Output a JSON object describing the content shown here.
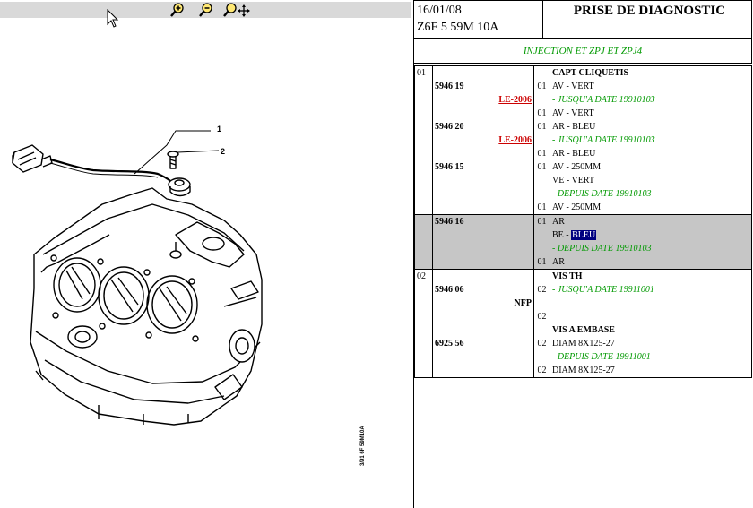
{
  "header": {
    "date": "16/01/08",
    "model": "Z6F 5 59M 10A",
    "title": "PRISE DE DIAGNOSTIC"
  },
  "subtitle": "INJECTION ET ZPJ ET ZPJ4",
  "toolbar": {
    "tools": [
      "zoom-in-icon",
      "zoom-out-icon",
      "pan-zoom-icon"
    ]
  },
  "diagram": {
    "callouts": [
      "1",
      "2"
    ],
    "code": "3/91 6F 59M10A"
  },
  "groups": [
    {
      "num": "01",
      "label": "CAPT CLIQUETIS",
      "parts": [
        {
          "ref": "5946 19",
          "lines": [
            {
              "qty": "01",
              "text": "AV - VERT",
              "style": "normal"
            },
            {
              "le": "LE-2006",
              "text": "- JUSQU'A DATE 19910103",
              "style": "green"
            },
            {
              "qty": "01",
              "text": "AV - VERT",
              "style": "normal"
            }
          ]
        },
        {
          "ref": "5946 20",
          "lines": [
            {
              "qty": "01",
              "text": "AR - BLEU",
              "style": "normal"
            },
            {
              "le": "LE-2006",
              "text": "- JUSQU'A DATE 19910103",
              "style": "green"
            },
            {
              "qty": "01",
              "text": "AR - BLEU",
              "style": "normal"
            }
          ]
        },
        {
          "ref": "5946 15",
          "lines": [
            {
              "qty": "01",
              "text": "AV - 250MM",
              "style": "normal"
            },
            {
              "text": "VE - VERT",
              "style": "normal"
            },
            {
              "text": "- DEPUIS DATE 19910103",
              "style": "green"
            },
            {
              "qty": "01",
              "text": "AV - 250MM",
              "style": "normal"
            }
          ]
        },
        {
          "ref": "5946 16",
          "highlight": true,
          "lines": [
            {
              "qty": "01",
              "text": "AR",
              "style": "normal"
            },
            {
              "text": "BE - ",
              "selected": "BLEU",
              "style": "normal"
            },
            {
              "text": "- DEPUIS DATE 19910103",
              "style": "green"
            },
            {
              "qty": "01",
              "text": "AR",
              "style": "normal"
            }
          ]
        }
      ]
    },
    {
      "num": "02",
      "label": "VIS TH",
      "parts": [
        {
          "ref": "5946 06",
          "lines": [
            {
              "qty": "02",
              "text": "- JUSQU'A DATE 19911001",
              "style": "green"
            },
            {
              "nfp": "NFP",
              "text": "",
              "style": "normal"
            },
            {
              "qty": "02",
              "text": "",
              "style": "normal"
            }
          ]
        },
        {
          "ref": "6925 56",
          "label": "VIS A EMBASE",
          "lines": [
            {
              "qty": "02",
              "text": "DIAM 8X125-27",
              "style": "normal"
            },
            {
              "text": "- DEPUIS DATE 19911001",
              "style": "green"
            },
            {
              "qty": "02",
              "text": "DIAM 8X125-27",
              "style": "normal"
            }
          ]
        }
      ]
    }
  ]
}
